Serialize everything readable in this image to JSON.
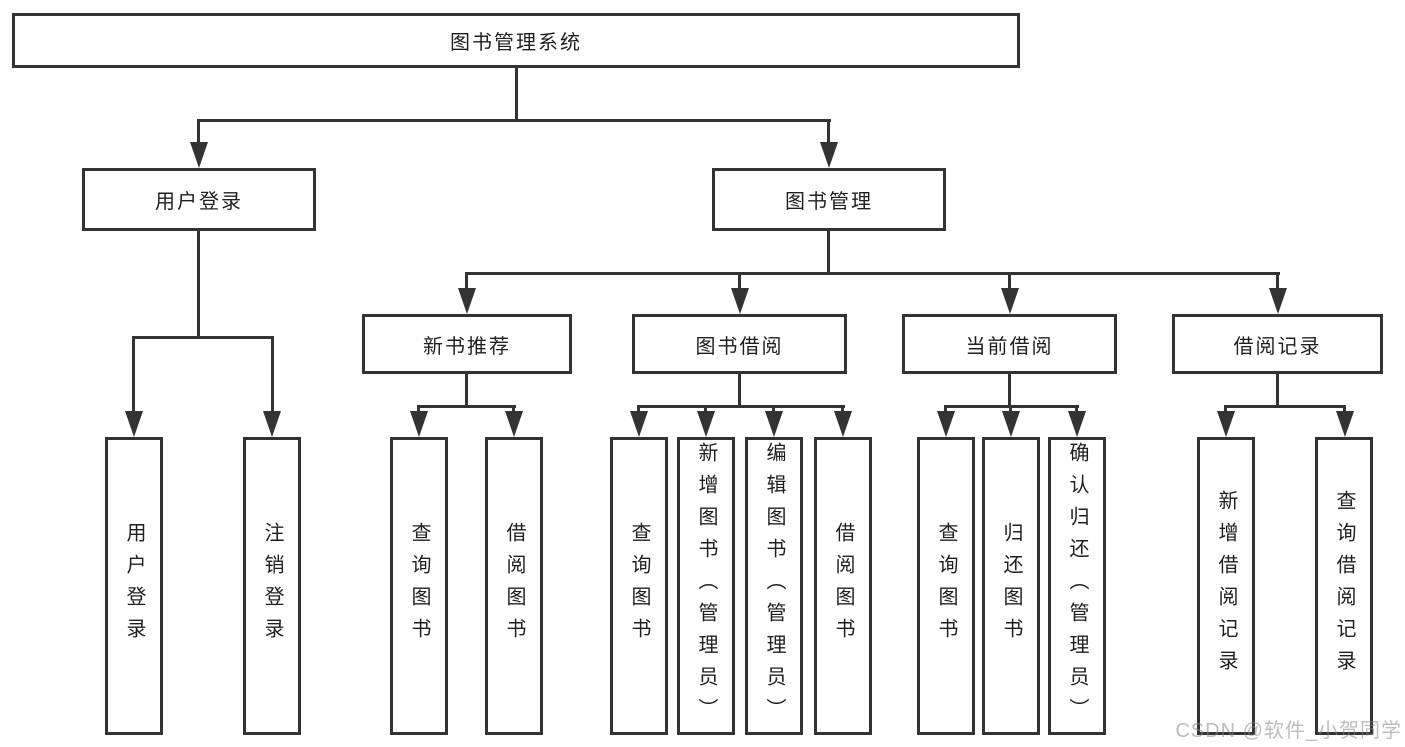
{
  "tree": {
    "root": "图书管理系统",
    "level2": {
      "user_login": "用户登录",
      "book_mgmt": "图书管理"
    },
    "level3": {
      "new_book_rec": "新书推荐",
      "book_borrow": "图书借阅",
      "current_borrow": "当前借阅",
      "borrow_record": "借阅记录"
    },
    "leaves": {
      "user_login_login": "用户登录",
      "user_login_logout": "注销登录",
      "new_book_query": "查询图书",
      "new_book_borrow": "借阅图书",
      "book_borrow_query": "查询图书",
      "book_borrow_add": "新增图书（管理员）",
      "book_borrow_edit": "编辑图书（管理员）",
      "book_borrow_borrow": "借阅图书",
      "current_query": "查询图书",
      "current_return": "归还图书",
      "current_confirm": "确认归还（管理员）",
      "record_add": "新增借阅记录",
      "record_query": "查询借阅记录"
    }
  },
  "watermark": {
    "text": "CSDN @软件_小贺同学",
    "color": "#878787"
  },
  "colors": {
    "line": "#333333",
    "box_border": "#333333",
    "text": "#1f1f1f",
    "background": "#ffffff"
  }
}
